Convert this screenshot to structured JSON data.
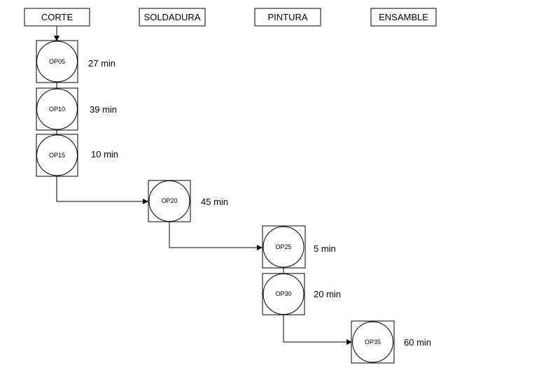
{
  "departments": [
    "CORTE",
    "SOLDADURA",
    "PINTURA",
    "ENSAMBLE"
  ],
  "operations": [
    {
      "id": "OP05",
      "time": "27 min",
      "department": "CORTE"
    },
    {
      "id": "OP10",
      "time": "39 min",
      "department": "CORTE"
    },
    {
      "id": "OP15",
      "time": "10 min",
      "department": "CORTE"
    },
    {
      "id": "OP20",
      "time": "45 min",
      "department": "SOLDADURA"
    },
    {
      "id": "OP25",
      "time": "5 min",
      "department": "PINTURA"
    },
    {
      "id": "OP30",
      "time": "20 min",
      "department": "PINTURA"
    },
    {
      "id": "OP35",
      "time": "60 min",
      "department": "ENSAMBLE"
    }
  ]
}
